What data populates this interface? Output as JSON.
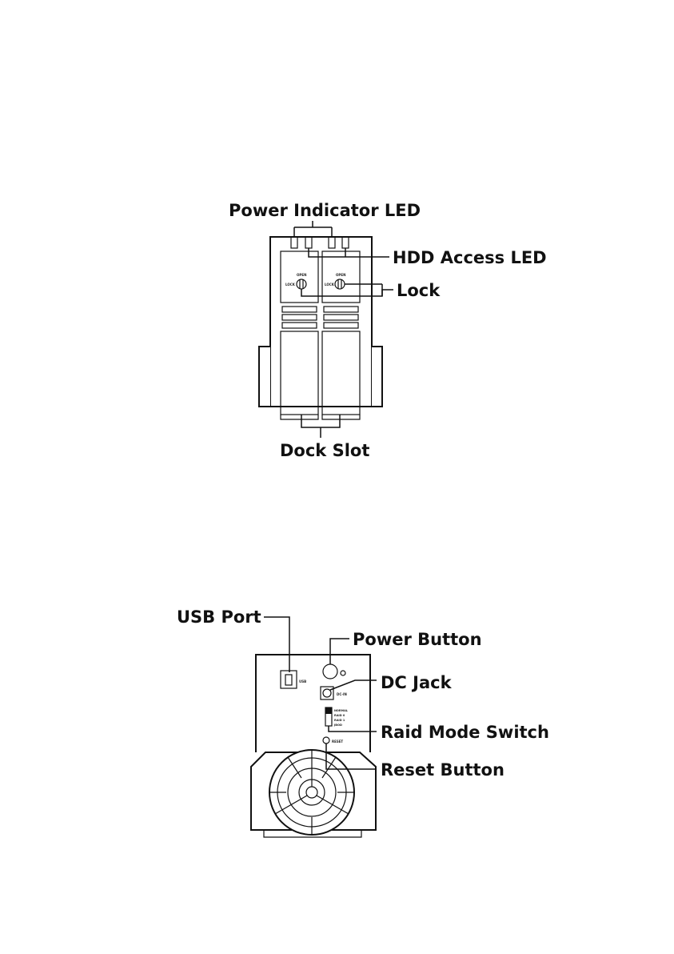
{
  "front_view": {
    "labels": {
      "power_led": "Power Indicator LED",
      "hdd_led": "HDD Access LED",
      "lock": "Lock",
      "dock_slot": "Dock Slot"
    },
    "slot_marks": {
      "open": "OPEN",
      "lock": "LOCK"
    }
  },
  "rear_view": {
    "labels": {
      "usb_port": "USB Port",
      "power_button": "Power Button",
      "dc_jack": "DC Jack",
      "raid_switch": "Raid Mode Switch",
      "reset_button": "Reset Button"
    },
    "panel_marks": {
      "usb": "USB",
      "dc_in": "DC-IN",
      "raid_modes": [
        "NORMAL",
        "RAID 0",
        "RAID 1",
        "JBOD"
      ],
      "reset": "RESET"
    }
  }
}
